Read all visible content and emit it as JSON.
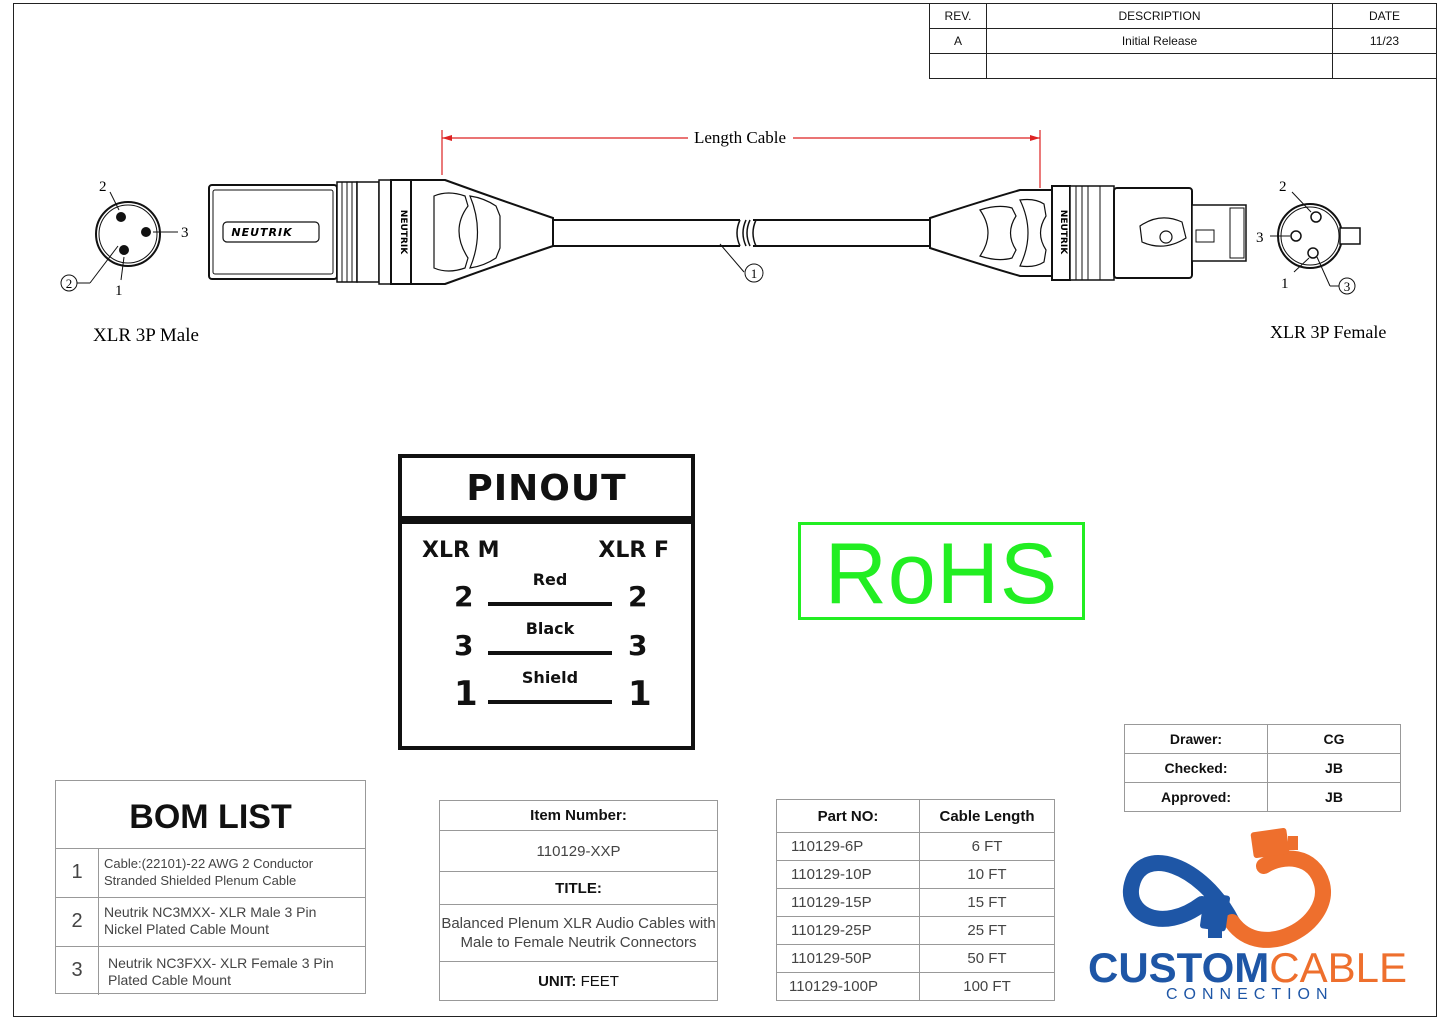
{
  "revision_block": {
    "headers": [
      "REV.",
      "DESCRIPTION",
      "DATE"
    ],
    "rows": [
      [
        "A",
        "Initial Release",
        "11/23"
      ],
      [
        "",
        "",
        ""
      ]
    ]
  },
  "drawing": {
    "dimension_label": "Length Cable",
    "balloon_cable": "1",
    "balloon_male": "2",
    "balloon_female": "3",
    "male_pins": [
      "2",
      "3",
      "1"
    ],
    "female_pins": [
      "2",
      "3",
      "1"
    ],
    "brand_mark": "NEUTRIK",
    "male_label": "XLR 3P Male",
    "female_label": "XLR 3P Female"
  },
  "pinout": {
    "title": "PINOUT",
    "left_header": "XLR M",
    "right_header": "XLR F",
    "rows": [
      {
        "left": "2",
        "wire": "Red",
        "right": "2"
      },
      {
        "left": "3",
        "wire": "Black",
        "right": "3"
      },
      {
        "left": "1",
        "wire": "Shield",
        "right": "1"
      }
    ]
  },
  "rohs": "RoHS",
  "approvals": [
    {
      "label": "Drawer:",
      "value": "CG"
    },
    {
      "label": "Checked:",
      "value": "JB"
    },
    {
      "label": "Approved:",
      "value": "JB"
    }
  ],
  "bom": {
    "title": "BOM LIST",
    "items": [
      {
        "num": "1",
        "line1": "Cable:(22101)-22 AWG 2 Conductor",
        "line2": "Stranded Shielded Plenum Cable"
      },
      {
        "num": "2",
        "line1": "Neutrik NC3MXX-  XLR Male 3 Pin",
        "line2": "Nickel Plated Cable Mount"
      },
      {
        "num": "3",
        "line1": "Neutrik NC3FXX-  XLR Female 3 Pin",
        "line2": "Plated Cable Mount"
      }
    ]
  },
  "item_box": {
    "item_number_label": "Item Number:",
    "item_number": "110129-XXP",
    "title_label": "TITLE:",
    "title_line1": "Balanced Plenum XLR Audio Cables with",
    "title_line2": "Male to Female Neutrik Connectors",
    "unit_label": "UNIT:",
    "unit_value": " FEET"
  },
  "parts": {
    "headers": [
      "Part NO:",
      "Cable Length"
    ],
    "rows": [
      [
        "110129-6P",
        "6 FT"
      ],
      [
        "110129-10P",
        "10 FT"
      ],
      [
        "110129-15P",
        "15 FT"
      ],
      [
        "110129-25P",
        "25 FT"
      ],
      [
        "110129-50P",
        "50 FT"
      ],
      [
        "110129-100P",
        "100 FT"
      ]
    ]
  },
  "logo": {
    "word1": "CUSTOM",
    "word2": "CABLE",
    "sub": "CONNECTION",
    "colors": {
      "blue": "#1e56a6",
      "orange": "#ee6f2d"
    }
  }
}
